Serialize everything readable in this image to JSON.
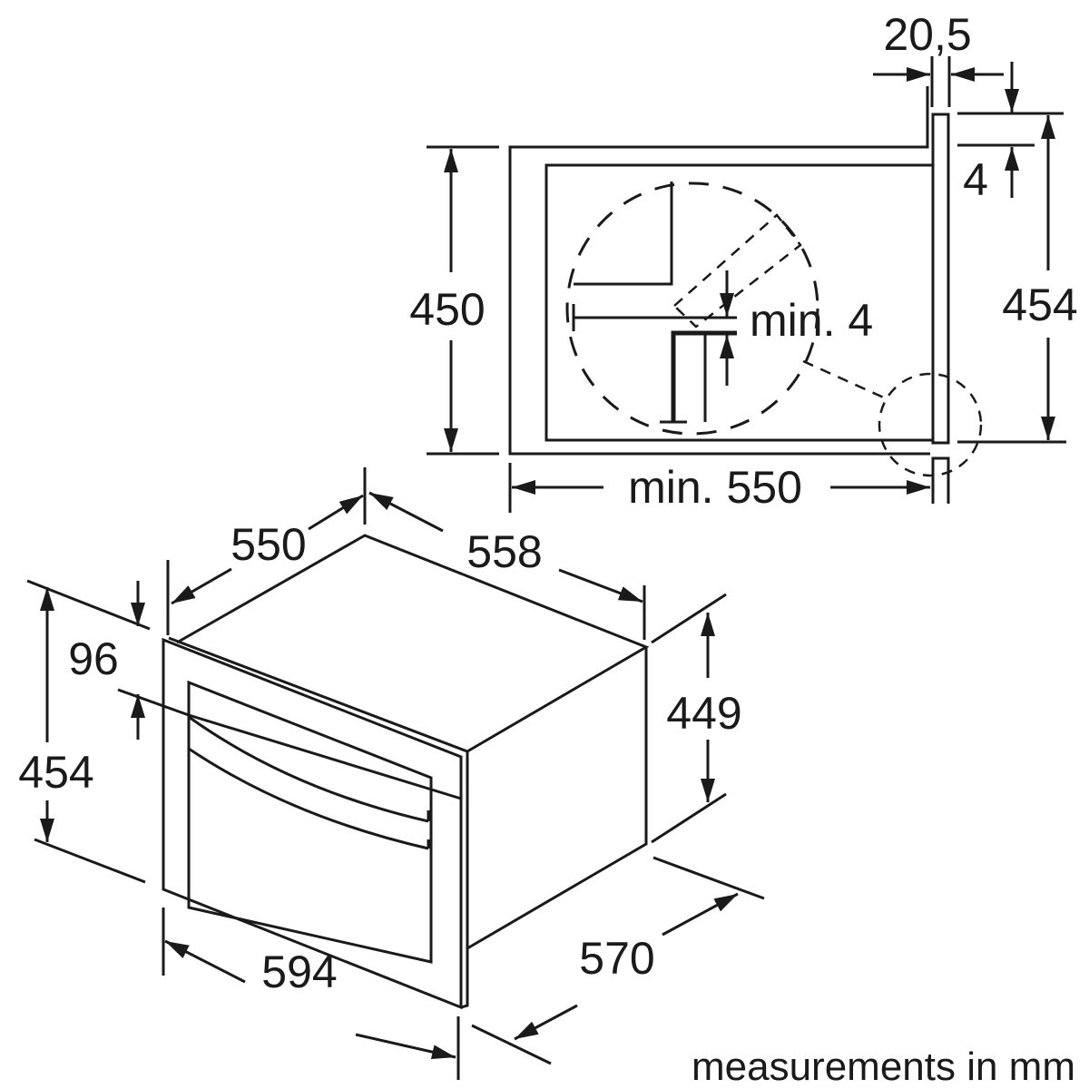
{
  "installation_view": {
    "width_gap": "20,5",
    "panel_offset": "4",
    "niche_height": "450",
    "front_height": "454",
    "min_gap": "min. 4",
    "niche_depth": "min. 550"
  },
  "appliance_view": {
    "depth_body": "550",
    "width_body": "558",
    "height_body": "449",
    "height_front": "454",
    "control_panel_height": "96",
    "width_front": "594",
    "depth_total": "570"
  },
  "caption": "measurements in mm",
  "colors": {
    "line": "#1a1a1a",
    "background": "#ffffff"
  }
}
